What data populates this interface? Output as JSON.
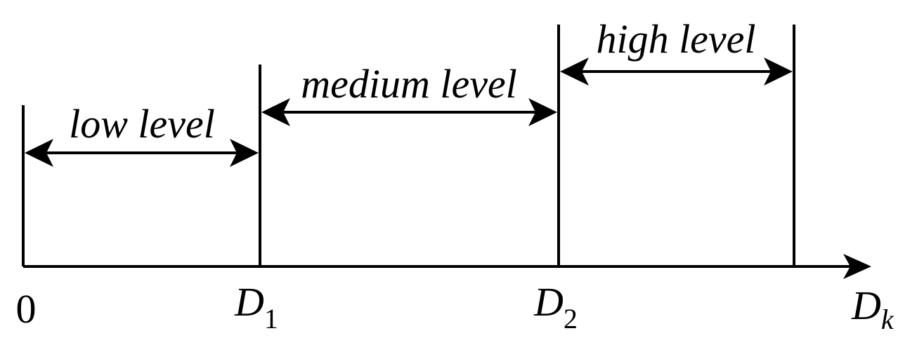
{
  "levels": [
    {
      "label": "low level"
    },
    {
      "label": "medium level"
    },
    {
      "label": "high level"
    }
  ],
  "axis": {
    "origin_label": "0",
    "ticks": [
      {
        "var": "D",
        "sub": "1"
      },
      {
        "var": "D",
        "sub": "2"
      }
    ],
    "end_label": {
      "var": "D",
      "sub": "k"
    }
  },
  "colors": {
    "ink": "#000000",
    "background": "#ffffff"
  }
}
